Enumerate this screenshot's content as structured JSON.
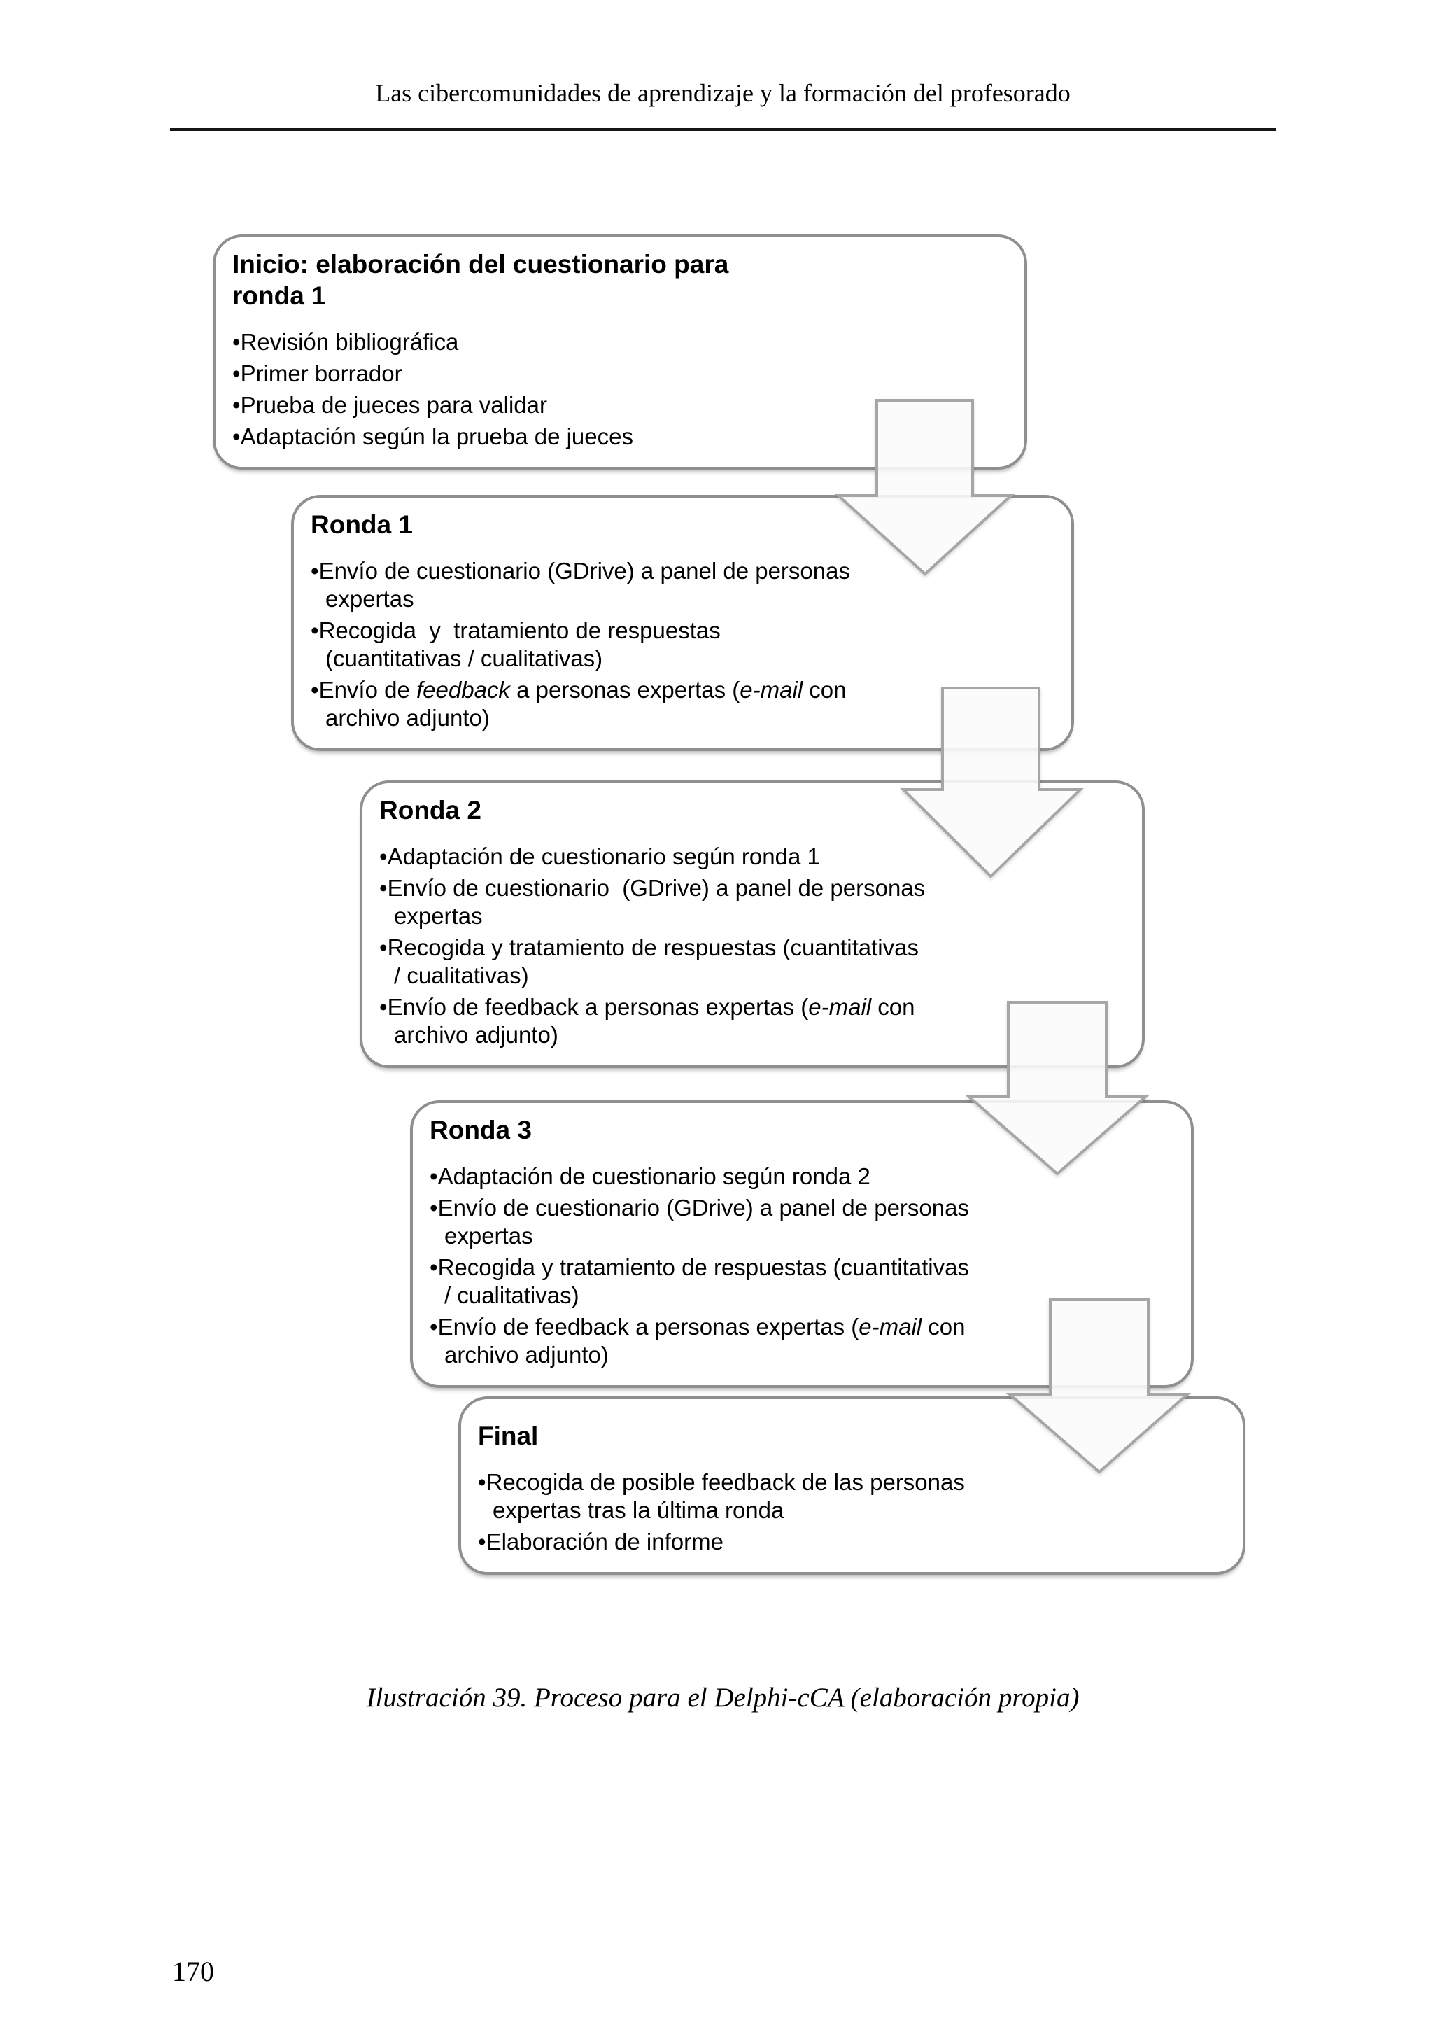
{
  "colors": {
    "box_border": "#8f8f8f",
    "arrow_outline": "#a6a6a6",
    "header_rule": "#151515",
    "text": "#000000",
    "background": "#ffffff"
  },
  "page": {
    "header_title": "Las cibercomunidades de aprendizaje y la formación del profesorado",
    "figure_caption": "Ilustración 39. Proceso para el Delphi-cCA (elaboración propia)",
    "page_number": "170"
  },
  "flowchart": {
    "boxes": [
      {
        "id": "inicio",
        "title_lines": [
          "Inicio: elaboración del cuestionario para",
          "ronda 1"
        ],
        "bullets": [
          {
            "lines": [
              [
                {
                  "t": "Revisión bibliográfica"
                }
              ]
            ]
          },
          {
            "lines": [
              [
                {
                  "t": "Primer borrador"
                }
              ]
            ]
          },
          {
            "lines": [
              [
                {
                  "t": "Prueba de jueces para validar"
                }
              ]
            ]
          },
          {
            "lines": [
              [
                {
                  "t": "Adaptación según la prueba de jueces"
                }
              ]
            ]
          }
        ]
      },
      {
        "id": "ronda-1",
        "title_lines": [
          "Ronda 1"
        ],
        "bullets": [
          {
            "lines": [
              [
                {
                  "t": "Envío de cuestionario (GDrive) a panel de personas"
                }
              ],
              [
                {
                  "t": "expertas"
                }
              ]
            ]
          },
          {
            "lines": [
              [
                {
                  "t": "Recogida  y  tratamiento de respuestas"
                }
              ],
              [
                {
                  "t": "(cuantitativas / cualitativas)"
                }
              ]
            ]
          },
          {
            "lines": [
              [
                {
                  "t": "Envío de "
                },
                {
                  "t": "feedback",
                  "i": true
                },
                {
                  "t": " a personas expertas ("
                },
                {
                  "t": "e-mail",
                  "i": true
                },
                {
                  "t": " con"
                }
              ],
              [
                {
                  "t": "archivo adjunto)"
                }
              ]
            ]
          }
        ]
      },
      {
        "id": "ronda-2",
        "title_lines": [
          "Ronda 2"
        ],
        "bullets": [
          {
            "lines": [
              [
                {
                  "t": "Adaptación de cuestionario según ronda 1"
                }
              ]
            ]
          },
          {
            "lines": [
              [
                {
                  "t": "Envío de cuestionario  (GDrive) a panel de personas"
                }
              ],
              [
                {
                  "t": "expertas"
                }
              ]
            ]
          },
          {
            "lines": [
              [
                {
                  "t": "Recogida y tratamiento de respuestas (cuantitativas"
                }
              ],
              [
                {
                  "t": "/ cualitativas)"
                }
              ]
            ]
          },
          {
            "lines": [
              [
                {
                  "t": "Envío de feedback a personas expertas ("
                },
                {
                  "t": "e-mail",
                  "i": true
                },
                {
                  "t": " con"
                }
              ],
              [
                {
                  "t": "archivo adjunto)"
                }
              ]
            ]
          }
        ]
      },
      {
        "id": "ronda-3",
        "title_lines": [
          "Ronda 3"
        ],
        "bullets": [
          {
            "lines": [
              [
                {
                  "t": "Adaptación de cuestionario según ronda 2"
                }
              ]
            ]
          },
          {
            "lines": [
              [
                {
                  "t": "Envío de cuestionario (GDrive) a panel de personas"
                }
              ],
              [
                {
                  "t": "expertas"
                }
              ]
            ]
          },
          {
            "lines": [
              [
                {
                  "t": "Recogida y tratamiento de respuestas (cuantitativas"
                }
              ],
              [
                {
                  "t": "/ cualitativas)"
                }
              ]
            ]
          },
          {
            "lines": [
              [
                {
                  "t": "Envío de feedback a personas expertas ("
                },
                {
                  "t": "e-mail",
                  "i": true
                },
                {
                  "t": " con"
                }
              ],
              [
                {
                  "t": "archivo adjunto)"
                }
              ]
            ]
          }
        ]
      },
      {
        "id": "final",
        "title_lines": [
          "Final"
        ],
        "bullets": [
          {
            "lines": [
              [
                {
                  "t": "Recogida de posible feedback de las personas"
                }
              ],
              [
                {
                  "t": "expertas tras la última ronda"
                }
              ]
            ]
          },
          {
            "lines": [
              [
                {
                  "t": "Elaboración de informe"
                }
              ]
            ]
          }
        ]
      }
    ]
  }
}
